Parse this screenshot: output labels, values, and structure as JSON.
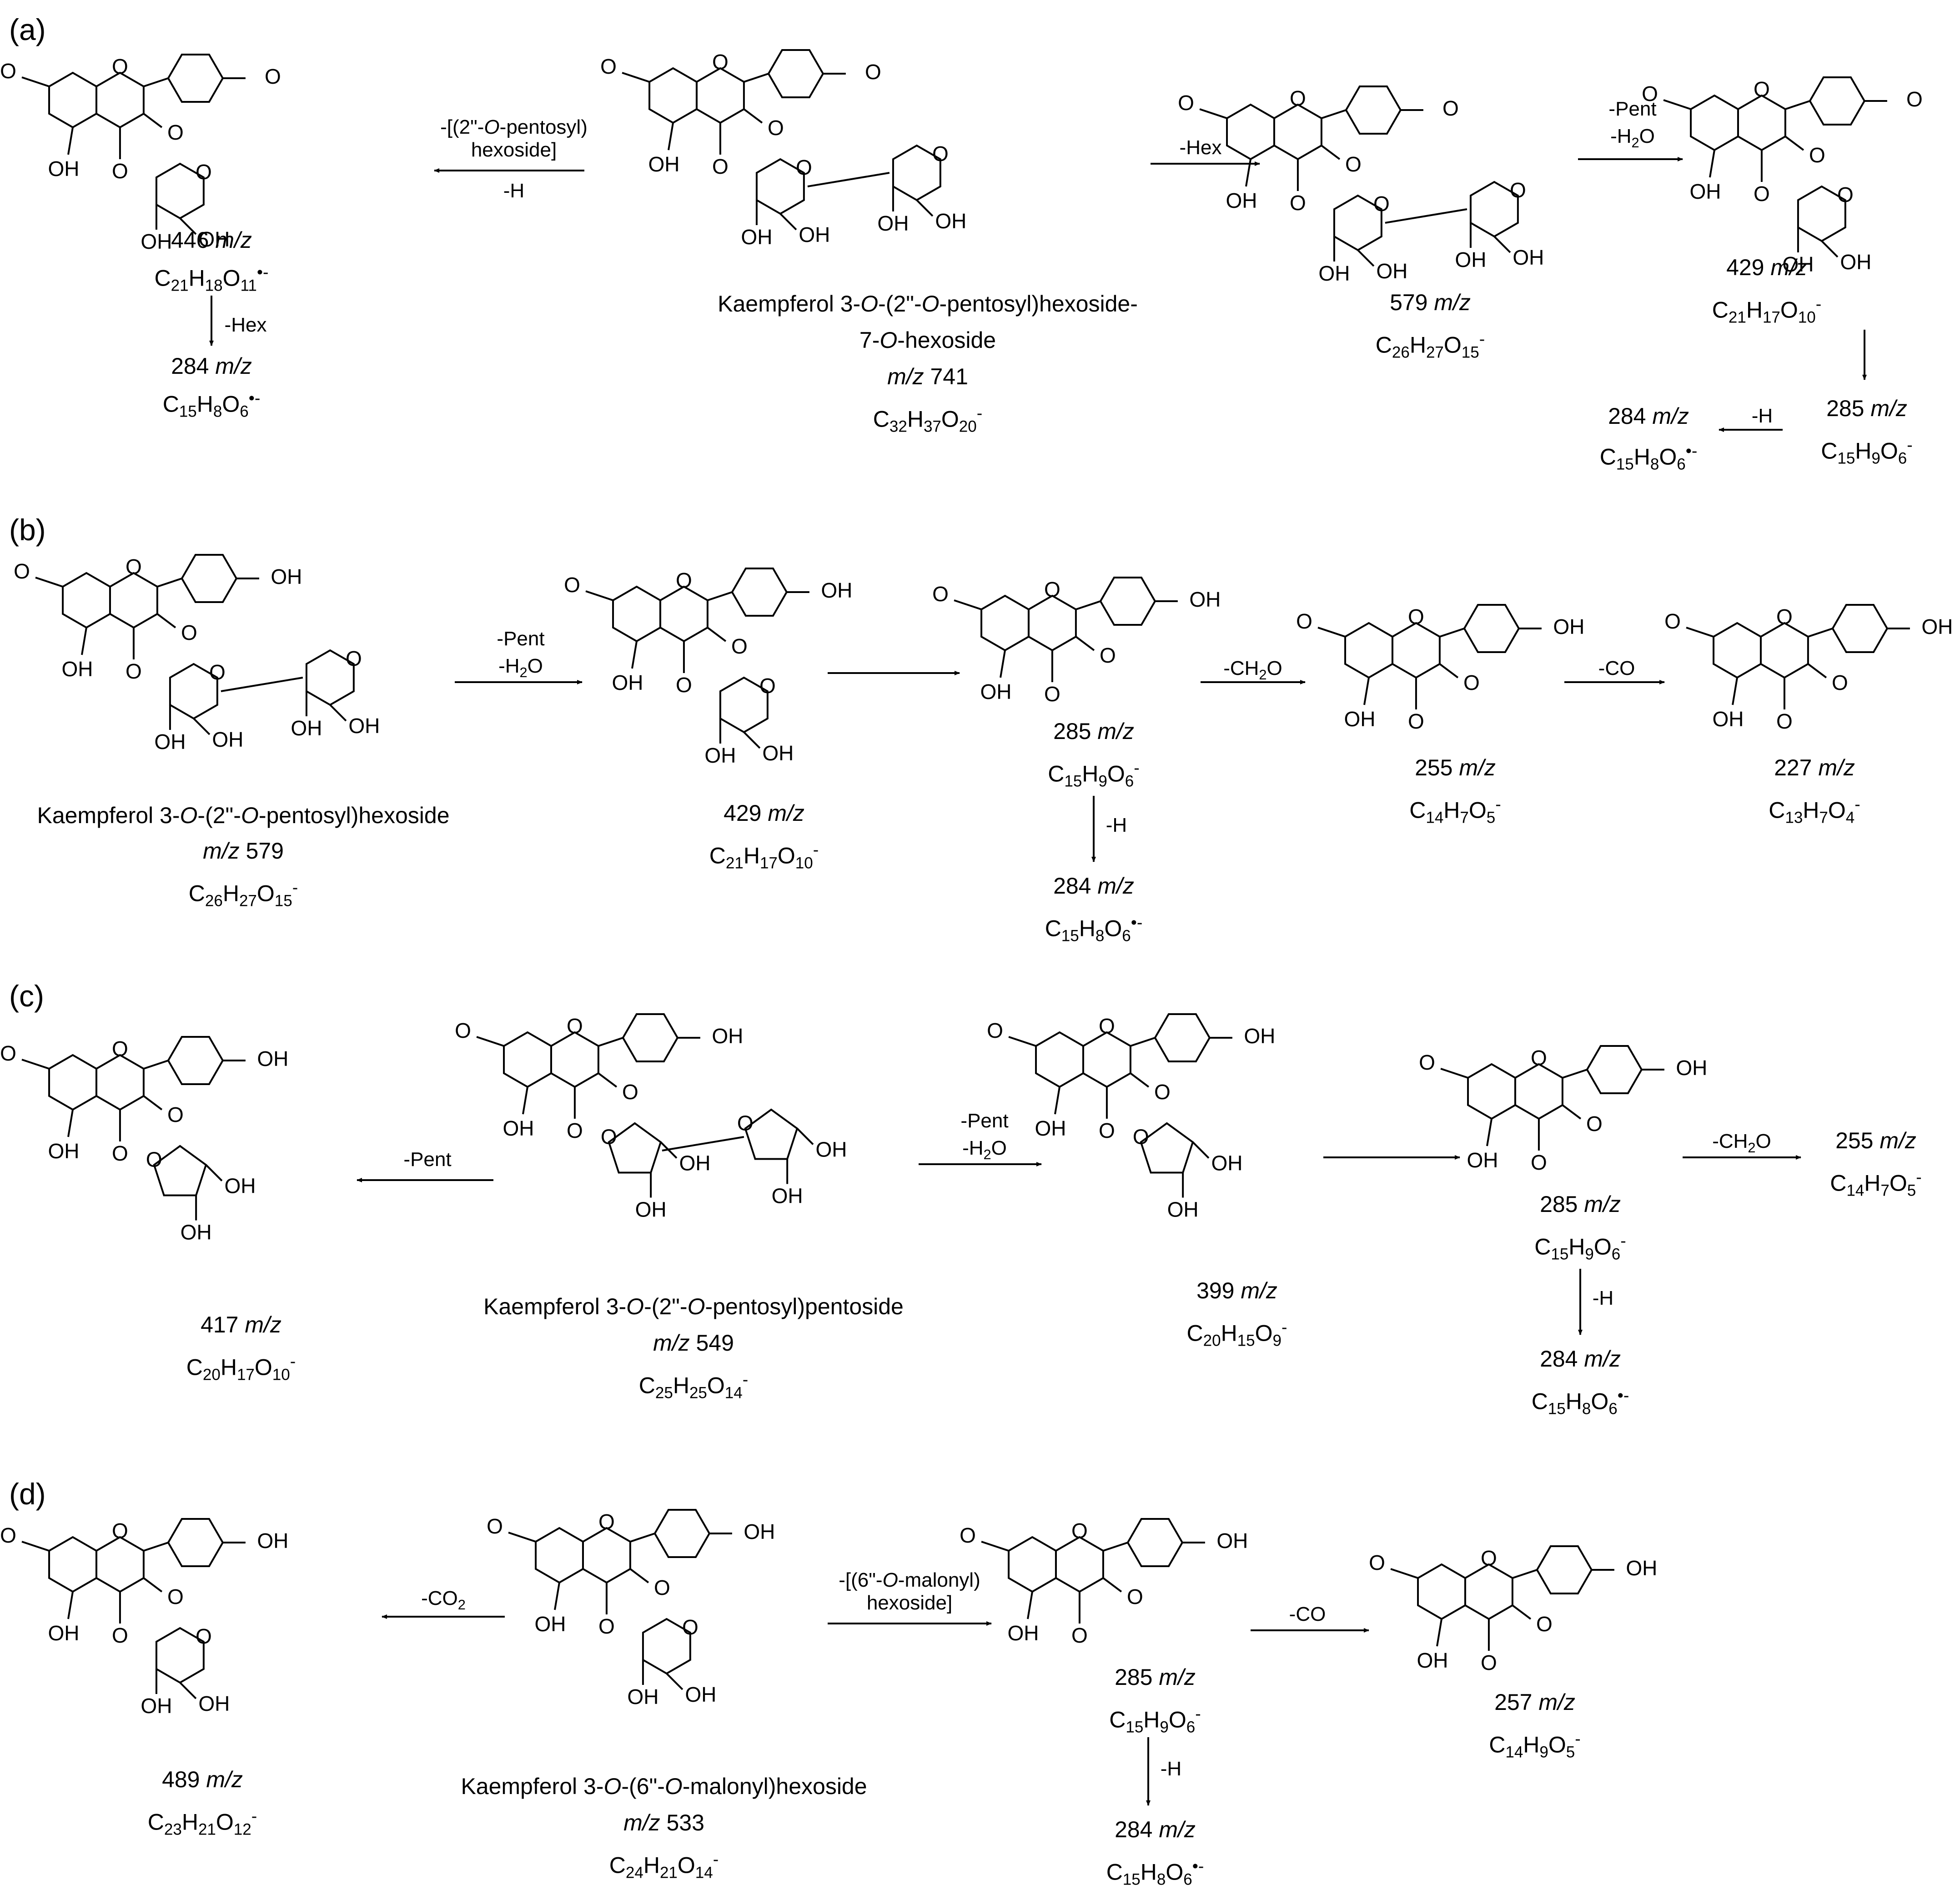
{
  "panels": [
    {
      "letter": "(a)",
      "precursor": {
        "name": "Kaempferol 3-O-(2\"-O-pentosyl)hexoside-7-O-hexoside",
        "name_line1": "Kaempferol 3-O-(2\"-O-pentosyl)hexoside-",
        "name_line2": "7-O-hexoside",
        "mz": "m/z 741",
        "formula": "C32H37O20-"
      },
      "products": [
        {
          "mz": "446 m/z",
          "formula": "C21H18O11•-"
        },
        {
          "mz": "284 m/z",
          "formula": "C15H8O6•-"
        },
        {
          "mz": "579 m/z",
          "formula": "C26H27O15-"
        },
        {
          "mz": "429 m/z",
          "formula": "C21H17O10-"
        },
        {
          "mz": "285 m/z",
          "formula": "C15H9O6-"
        },
        {
          "mz": "284 m/z",
          "formula": "C15H8O6•-"
        }
      ],
      "arrows": [
        {
          "line1": "-[(2\"-O-pentosyl)",
          "line2": "hexoside]",
          "line3": "-H"
        },
        {
          "line1": "-Hex"
        },
        {
          "line1": "-Hex"
        },
        {
          "line1": "-Pent",
          "line2": "-H2O"
        },
        {
          "line1": "-H"
        }
      ]
    },
    {
      "letter": "(b)",
      "precursor": {
        "name": "Kaempferol 3-O-(2\"-O-pentosyl)hexoside",
        "mz": "m/z 579",
        "formula": "C26H27O15-"
      },
      "products": [
        {
          "mz": "429 m/z",
          "formula": "C21H17O10-"
        },
        {
          "mz": "285 m/z",
          "formula": "C15H9O6-"
        },
        {
          "mz": "284 m/z",
          "formula": "C15H8O6•-"
        },
        {
          "mz": "255 m/z",
          "formula": "C14H7O5-"
        },
        {
          "mz": "227 m/z",
          "formula": "C13H7O4-"
        }
      ],
      "arrows": [
        {
          "line1": "-Pent",
          "line2": "-H2O"
        },
        {
          "line1": "-H"
        },
        {
          "line1": "-CH2O"
        },
        {
          "line1": "-CO"
        }
      ]
    },
    {
      "letter": "(c)",
      "precursor": {
        "name": "Kaempferol 3-O-(2\"-O-pentosyl)pentoside",
        "mz": "m/z 549",
        "formula": "C25H25O14-"
      },
      "products": [
        {
          "mz": "417 m/z",
          "formula": "C20H17O10-"
        },
        {
          "mz": "399 m/z",
          "formula": "C20H15O9-"
        },
        {
          "mz": "285 m/z",
          "formula": "C15H9O6-"
        },
        {
          "mz": "255 m/z",
          "formula": "C14H7O5-"
        },
        {
          "mz": "284 m/z",
          "formula": "C15H8O6•-"
        }
      ],
      "arrows": [
        {
          "line1": "-Pent"
        },
        {
          "line1": "-Pent",
          "line2": "-H2O"
        },
        {
          "line1": "-CH2O"
        },
        {
          "line1": "-H"
        }
      ]
    },
    {
      "letter": "(d)",
      "precursor": {
        "name": "Kaempferol 3-O-(6\"-O-malonyl)hexoside",
        "mz": "m/z 533",
        "formula": "C24H21O14-"
      },
      "products": [
        {
          "mz": "489 m/z",
          "formula": "C23H21O12-"
        },
        {
          "mz": "285 m/z",
          "formula": "C15H9O6-"
        },
        {
          "mz": "284 m/z",
          "formula": "C15H8O6•-"
        },
        {
          "mz": "257 m/z",
          "formula": "C14H9O5-"
        }
      ],
      "arrows": [
        {
          "line1": "-CO2"
        },
        {
          "line1": "-[(6\"-O-malonyl)",
          "line2": "hexoside]"
        },
        {
          "line1": "-H"
        },
        {
          "line1": "-CO"
        }
      ]
    }
  ],
  "atoms": {
    "oh": "OH",
    "o": "O",
    "ho": "HO"
  }
}
